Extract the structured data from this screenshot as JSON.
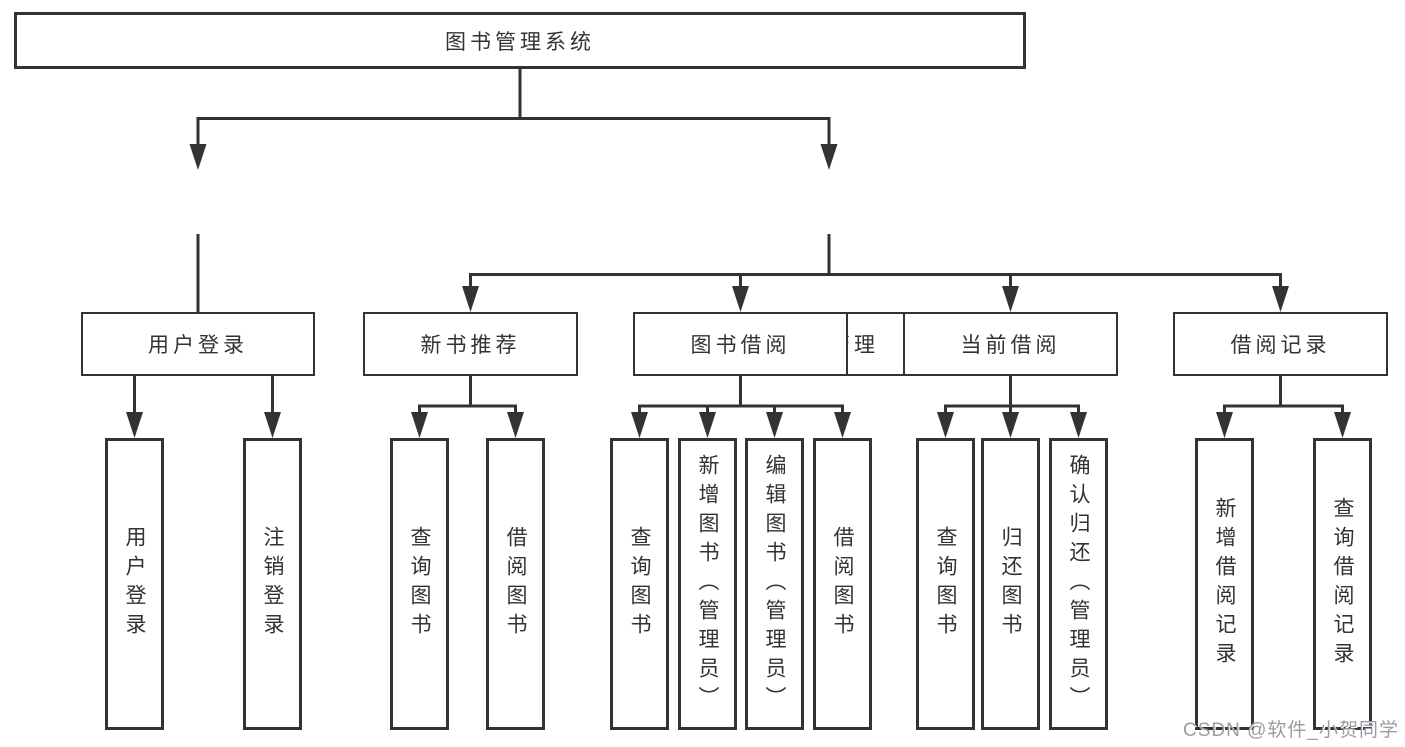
{
  "nodes": {
    "root": "图书管理系统",
    "level2": {
      "user_login": "用户登录",
      "book_management": "图书管理"
    },
    "level3": {
      "new_book_recommend": "新书推荐",
      "book_borrow": "图书借阅",
      "current_borrow": "当前借阅",
      "borrow_records": "借阅记录"
    },
    "leaves": {
      "user_login": "用户登录",
      "logout": "注销登录",
      "recommend_query_books": "查询图书",
      "recommend_borrow_books": "借阅图书",
      "borrow_query_books": "查询图书",
      "borrow_add_books": "新增图书（管理员）",
      "borrow_edit_books": "编辑图书（管理员）",
      "borrow_borrow_books": "借阅图书",
      "current_query_books": "查询图书",
      "current_return_books": "归还图书",
      "current_confirm_return": "确认归还（管理员）",
      "records_add_record": "新增借阅记录",
      "records_query_record": "查询借阅记录"
    }
  },
  "watermark": "CSDN @软件_小贺同学",
  "colors": {
    "line": "#333333",
    "border": "#333333",
    "text": "#333333",
    "background": "#ffffff",
    "watermark": "#9c9ca4"
  }
}
